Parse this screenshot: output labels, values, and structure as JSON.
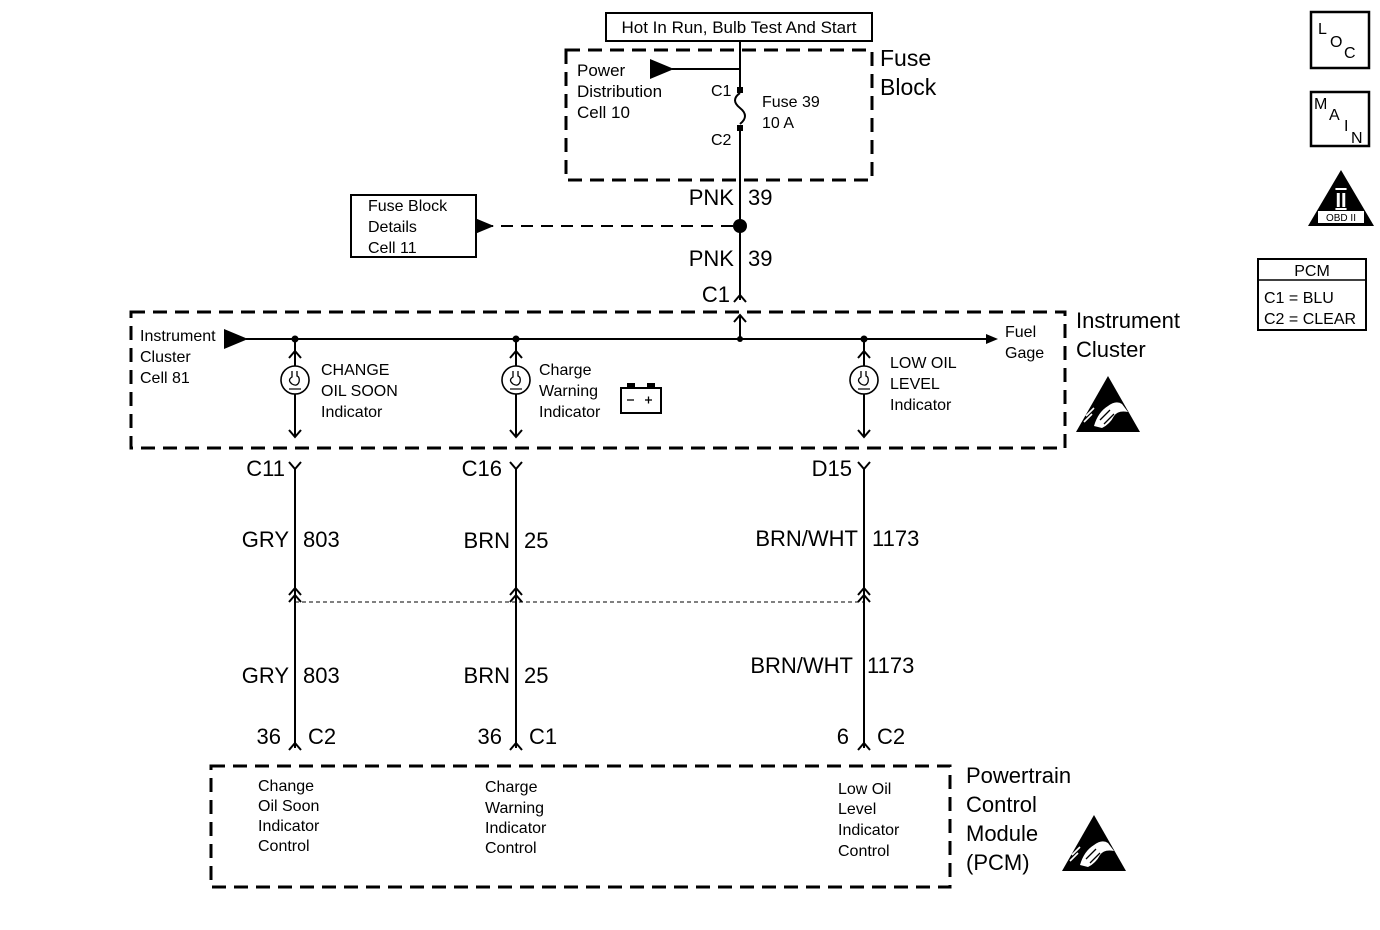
{
  "header_box": "Hot In Run, Bulb Test And Start",
  "fuse_block": {
    "label_line1": "Fuse",
    "label_line2": "Block",
    "power_distribution": [
      "Power",
      "Distribution",
      "Cell 10"
    ],
    "c1": "C1",
    "c2": "C2",
    "fuse_name": "Fuse 39",
    "fuse_rating": "10 A"
  },
  "wire_top_1": {
    "color": "PNK",
    "circuit": "39"
  },
  "wire_top_2": {
    "color": "PNK",
    "circuit": "39"
  },
  "fuse_block_details": [
    "Fuse Block",
    "Details",
    "Cell 11"
  ],
  "cluster_connector": "C1",
  "instrument_cluster": {
    "label_line1": "Instrument",
    "label_line2": "Cluster",
    "ref": [
      "Instrument",
      "Cluster",
      "Cell 81"
    ],
    "fuel_gage": [
      "Fuel",
      "Gage"
    ],
    "indicators": [
      {
        "lines": [
          "CHANGE",
          "OIL SOON",
          "Indicator"
        ],
        "connector": "C11"
      },
      {
        "lines": [
          "Charge",
          "Warning",
          "Indicator"
        ],
        "connector": "C16"
      },
      {
        "lines": [
          "LOW OIL",
          "LEVEL",
          "Indicator"
        ],
        "connector": "D15"
      }
    ]
  },
  "circuits": [
    {
      "color": "GRY",
      "number": "803",
      "pcm_pin": "36",
      "pcm_conn": "C2"
    },
    {
      "color": "BRN",
      "number": "25",
      "pcm_pin": "36",
      "pcm_conn": "C1"
    },
    {
      "color": "BRN/WHT",
      "number": "1173",
      "pcm_pin": "6",
      "pcm_conn": "C2"
    }
  ],
  "pcm": {
    "label": [
      "Powertrain",
      "Control",
      "Module",
      "(PCM)"
    ],
    "controls": [
      [
        "Change",
        "Oil Soon",
        "Indicator",
        "Control"
      ],
      [
        "Charge",
        "Warning",
        "Indicator",
        "Control"
      ],
      [
        "Low Oil",
        "Level",
        "Indicator",
        "Control"
      ]
    ]
  },
  "sidebar": {
    "loc_icon": {
      "l": "L",
      "o": "O",
      "c": "C"
    },
    "main_icon": {
      "m": "M",
      "a": "A",
      "i": "I",
      "n": "N"
    },
    "obd_icon": {
      "numeral": "II",
      "text": "OBD II"
    },
    "pcm_legend": {
      "title": "PCM",
      "c1": "C1 = BLU",
      "c2": "C2 = CLEAR"
    }
  },
  "icons": {
    "esd_warning": "esd-warning-icon",
    "battery": "battery-icon",
    "bulb": "bulb-icon"
  }
}
